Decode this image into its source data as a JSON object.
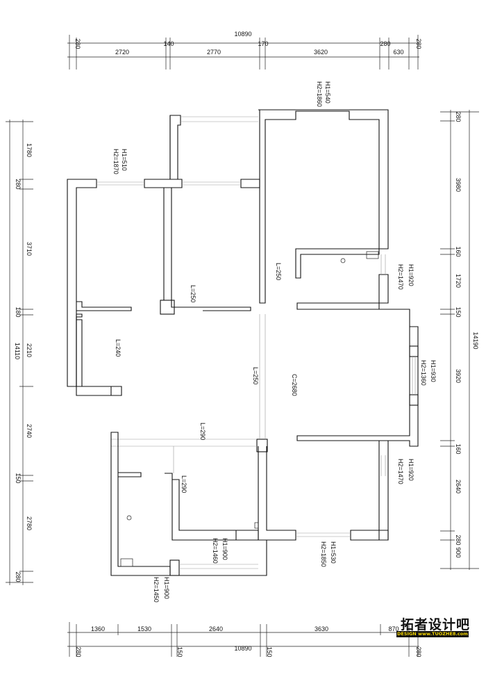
{
  "top_dims": {
    "total": "10890",
    "segments": [
      "280",
      "2720",
      "140",
      "2770",
      "170",
      "3620",
      "280",
      "630",
      "280"
    ]
  },
  "bottom_dims": {
    "segments": [
      "1360",
      "1530",
      "2640",
      "3630",
      "870"
    ],
    "total_row": [
      "280",
      "150",
      "10890",
      "150",
      "280"
    ]
  },
  "left_dims": {
    "total": "14110",
    "segments": [
      "1780",
      "280",
      "3710",
      "180",
      "2210",
      "2740",
      "150",
      "2780",
      "280"
    ]
  },
  "right_dims": {
    "total": "14190",
    "segments": [
      "280",
      "3980",
      "160",
      "1720",
      "150",
      "3920",
      "160",
      "2640",
      "280",
      "900"
    ]
  },
  "window_labels": {
    "top_right_h1": "H1=540",
    "top_right_h2": "H2=1860",
    "top_left_h1": "H1=510",
    "top_left_h2": "H2=1870",
    "right_upper_h1": "H1=920",
    "right_upper_h2": "H2=1470",
    "right_mid_h1": "H1=930",
    "right_mid_h2": "H2=1360",
    "right_lower_h1": "H1=920",
    "right_lower_h2": "H2=1470",
    "bottom_center_h1": "H1=900",
    "bottom_center_h2": "H2=1460",
    "bottom_right_h1": "H1=530",
    "bottom_right_h2": "H2=1850",
    "bottom_left_h1": "H1=900",
    "bottom_left_h2": "H2=1450"
  },
  "beam_labels": {
    "l250_a": "L=250",
    "l250_b": "L=250",
    "l240": "L=240",
    "l250_c": "L=250",
    "c2680": "C=2680",
    "l290_a": "L=290",
    "l290_b": "L=290"
  },
  "logo": {
    "main": "拓者设计吧",
    "sub": "DESIGN www.TUOZHE8.com"
  }
}
